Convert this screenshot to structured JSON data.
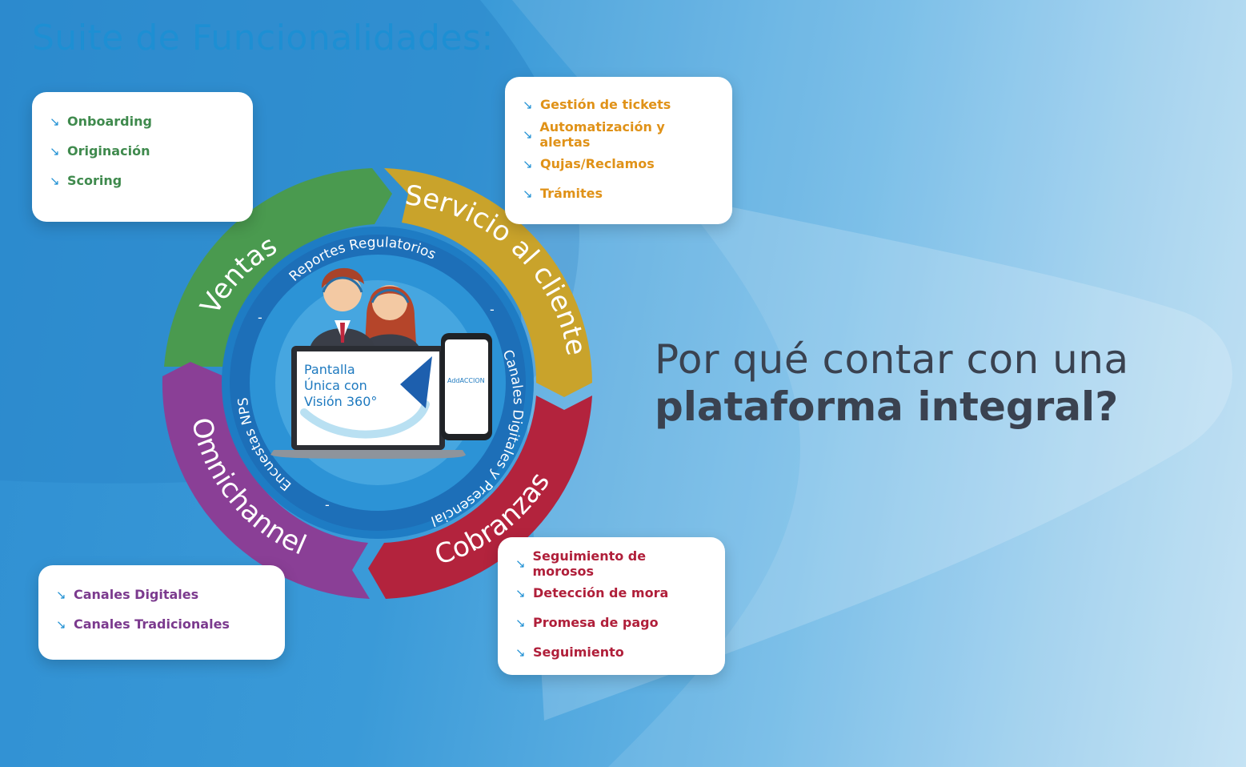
{
  "title": "Suite de Funcionalidades:",
  "segments": {
    "ventas": {
      "label": "Ventas",
      "color": "#4a9a4f",
      "items": [
        "Onboarding",
        "Originación",
        "Scoring"
      ]
    },
    "servicio": {
      "label": "Servicio al cliente",
      "color": "#c9a32b",
      "items": [
        "Gestión de tickets",
        "Automatización y alertas",
        "Qujas/Reclamos",
        "Trámites"
      ]
    },
    "cobranzas": {
      "label": "Cobranzas",
      "color": "#b3233d",
      "items": [
        "Seguimiento de morosos",
        "Detección de mora",
        "Promesa de pago",
        "Seguimiento"
      ]
    },
    "omnichannel": {
      "label": "Omnichannel",
      "color": "#8a3f96",
      "items": [
        "Canales Digitales",
        "Canales Tradicionales"
      ]
    }
  },
  "inner_ring": {
    "top": "Reportes Regulatorios",
    "right": "Canales Digitales y Presencial",
    "left": "Encuestas NPS",
    "separator": "-"
  },
  "center": {
    "laptop_line1": "Pantalla",
    "laptop_line2": "Única con",
    "laptop_line3": "Visión 360°",
    "phone_brand": "AddACCION"
  },
  "headline": {
    "line1": "Por qué contar con una",
    "line2": "plataforma integral?"
  }
}
